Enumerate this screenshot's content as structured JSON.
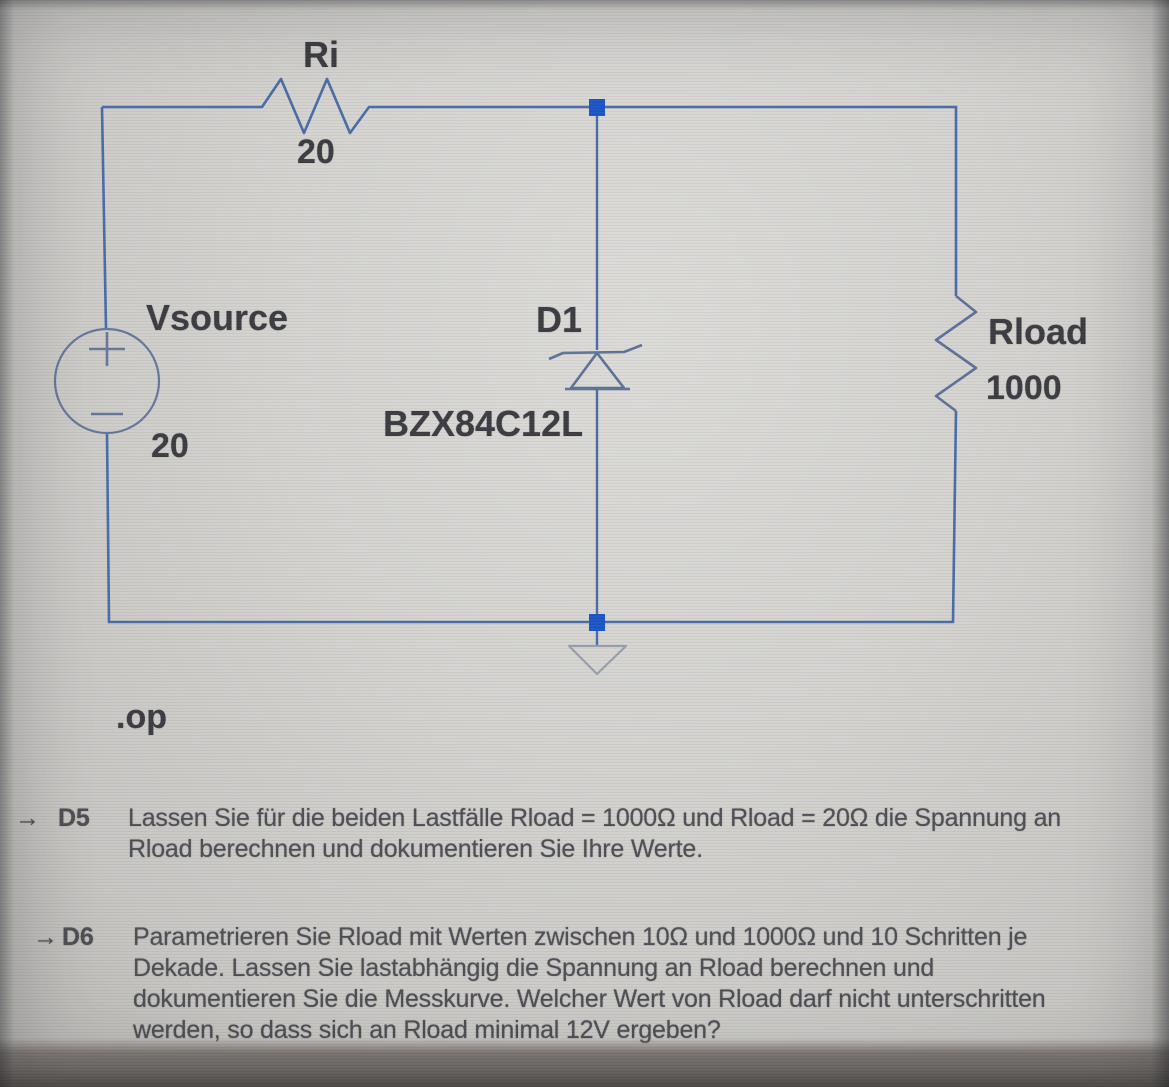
{
  "schematic": {
    "ri": {
      "label": "Ri",
      "value": "20"
    },
    "vsource": {
      "label": "Vsource",
      "value": "20",
      "plus_sign": "+",
      "minus_sign": "−"
    },
    "d1": {
      "label": "D1",
      "model": "BZX84C12L"
    },
    "rload": {
      "label": "Rload",
      "value": "1000"
    },
    "directive": ".op"
  },
  "tasks": [
    {
      "arrow": "→",
      "id": "D5",
      "lines": [
        "Lassen Sie für die beiden Lastfälle Rload = 1000Ω und Rload = 20Ω die Spannung an",
        "Rload berechnen und dokumentieren Sie Ihre Werte."
      ]
    },
    {
      "arrow": "→",
      "id": "D6",
      "lines": [
        "Parametrieren Sie Rload mit Werten zwischen 10Ω und 1000Ω und 10 Schritten je",
        "Dekade. Lassen Sie lastabhängig die Spannung an Rload berechnen und",
        "dokumentieren Sie die Messkurve. Welcher Wert von Rload darf nicht unterschritten",
        "werden, so dass sich an Rload minimal 12V ergeben?"
      ]
    }
  ],
  "colors": {
    "wire": "#4a6da8",
    "symbol": "#5d7399",
    "junction": "#1d56c6",
    "ground": "#98a0ae",
    "label_text": "#3c3c42",
    "task_text": "#4e4e54",
    "background": "#d2d1ce"
  }
}
